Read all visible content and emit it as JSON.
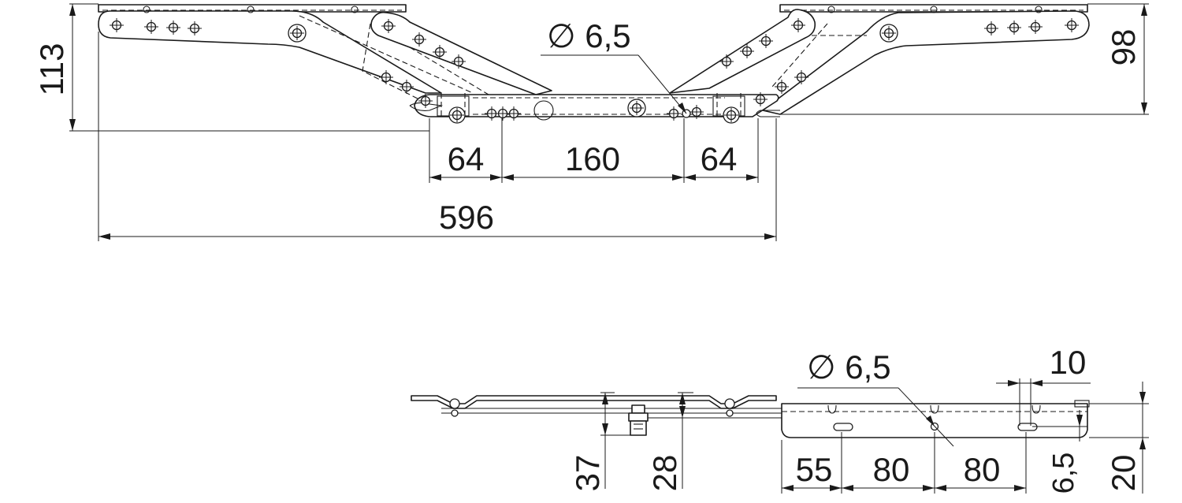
{
  "top_view": {
    "dimensions": {
      "height_left": "113",
      "height_right": "98",
      "hole_diameter": "∅ 6,5",
      "span_left": "64",
      "span_center": "160",
      "span_right": "64",
      "overall_width": "596"
    }
  },
  "side_view": {
    "dimensions": {
      "depth_a": "37",
      "depth_b": "28",
      "hole_diameter": "∅ 6,5",
      "slot_width": "10",
      "spacing_1": "55",
      "spacing_2": "80",
      "spacing_3": "80",
      "offset": "6,5",
      "height": "20"
    }
  }
}
